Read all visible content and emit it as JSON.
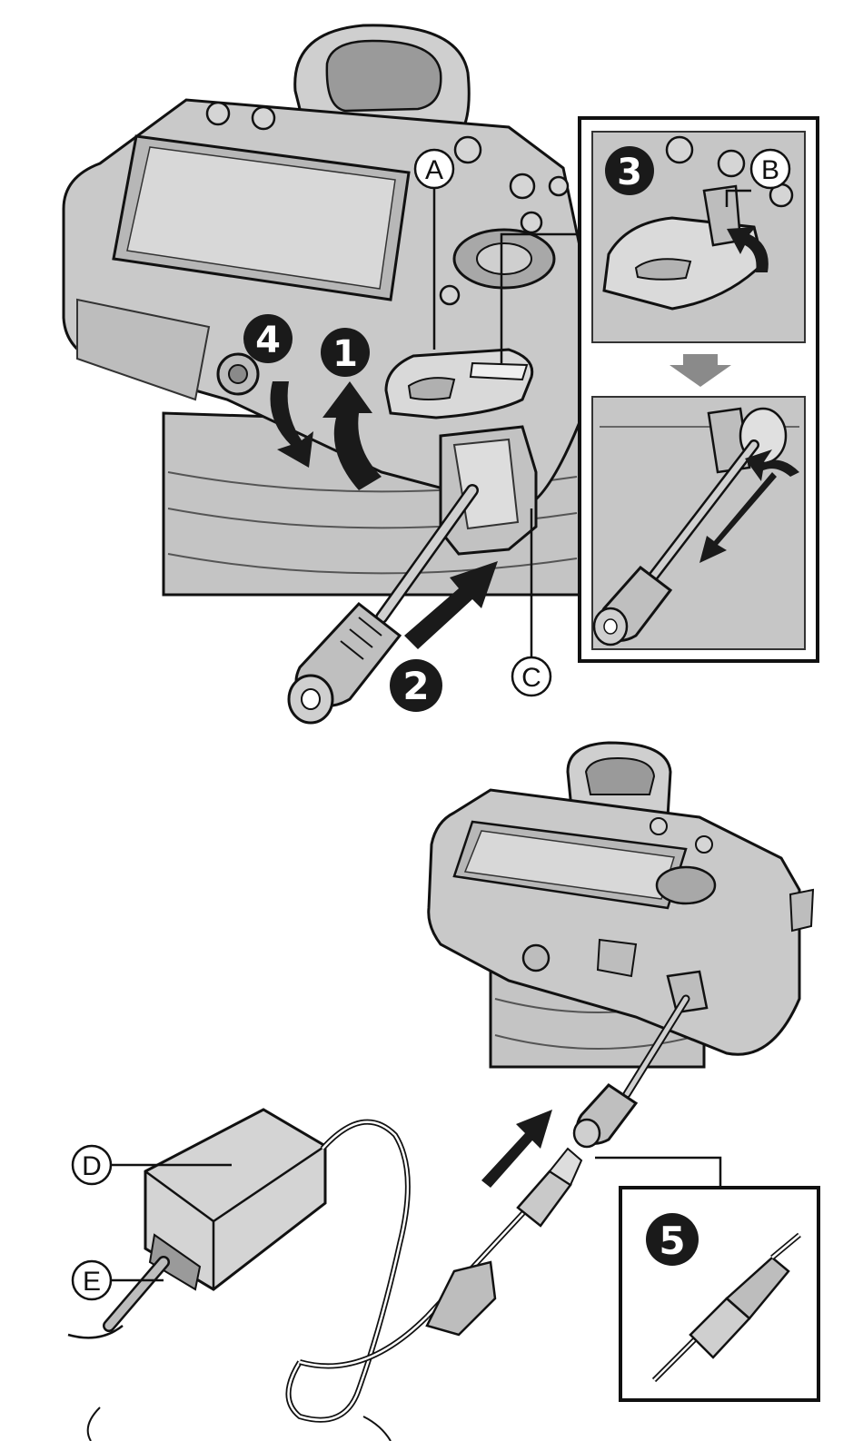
{
  "colors": {
    "ink": "#111111",
    "body_gray": "#c7c7c7",
    "dark_gray": "#8c8c8c",
    "light_gray": "#e2e2e2",
    "paper": "#ffffff",
    "step_badge": "#1a1a1a"
  },
  "steps": {
    "s1": "1",
    "s2": "2",
    "s3": "3",
    "s4": "4",
    "s5": "5"
  },
  "parts": {
    "A": "A",
    "B": "B",
    "C": "C",
    "D": "D",
    "E": "E"
  }
}
